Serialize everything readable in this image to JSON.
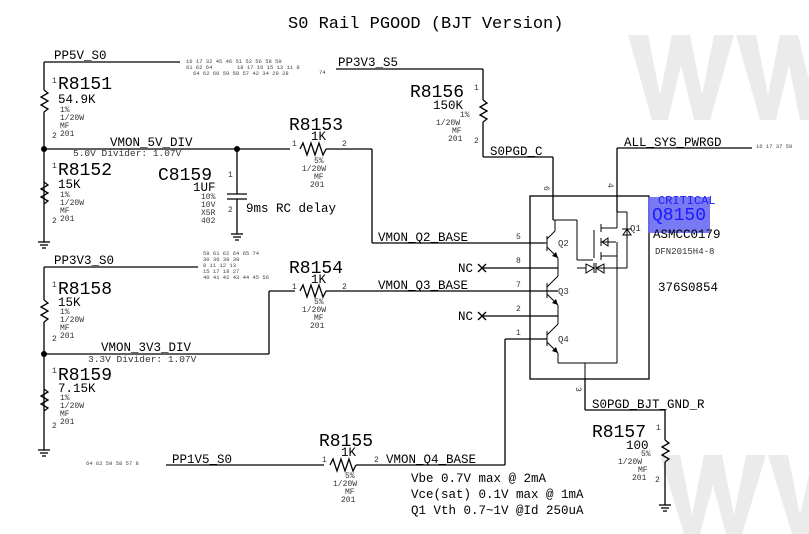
{
  "title": "S0 Rail PGOOD (BJT Version)",
  "nets": {
    "pp5v_s0": "PP5V_S0",
    "pp3v3_s5": "PP3V3_S5",
    "pp3v3_s0": "PP3V3_S0",
    "pp1v5_s0": "PP1V5_S0",
    "vmon_5v_div": "VMON_5V_DIV",
    "vmon_3v3_div": "VMON_3V3_DIV",
    "vmon_q2_base": "VMON_Q2_BASE",
    "vmon_q3_base": "VMON_Q3_BASE",
    "vmon_q4_base": "VMON_Q4_BASE",
    "s0pgd_c": "S0PGD_C",
    "all_sys_pwrgd": "ALL_SYS_PWRGD",
    "s0pgd_bjt_gnd_r": "S0PGD_BJT_GND_R",
    "nc": "NC"
  },
  "page_refs": {
    "pp5v_s0_line1": "16 17 32 45 46 51 52 56 58 59",
    "pp5v_s0_line2": "61 62 64",
    "pp3v3_s5_line1": "18 17 16 15 13 11 8",
    "pp3v3_s5_line2": "64 62 60 59 58 57 42 34 29 28",
    "pp3v3_s5_line3": "74",
    "pp3v3_s0_line1": "59 61 62 64 65 74",
    "pp3v3_s0_line2": "30 36 38 39",
    "pp3v3_s0_line3": "8 11 12 13",
    "pp3v3_s0_line4": "15 17 18 27",
    "pp3v3_s0_line5": "40 41 42 43 44 45 56",
    "pp1v5_s0": "64 62 59 58 57 8",
    "all_sys_pwrgd": "16 17 37 59"
  },
  "annotations": {
    "div5v": "5.0V Divider: 1.07V",
    "div3v3": "3.3V Divider: 1.07V",
    "rc_delay": "9ms RC delay",
    "spec1": "Vbe 0.7V max @ 2mA",
    "spec2": "Vce(sat) 0.1V max @ 1mA",
    "spec3": "Q1 Vth 0.7~1V @Id 250uA"
  },
  "components": {
    "r8151": {
      "ref": "R8151",
      "value": "54.9K",
      "tol": "1%",
      "power": "1/20W",
      "type": "MF",
      "pkg": "201"
    },
    "r8152": {
      "ref": "R8152",
      "value": "15K",
      "tol": "1%",
      "power": "1/20W",
      "type": "MF",
      "pkg": "201"
    },
    "r8153": {
      "ref": "R8153",
      "value": "1K",
      "tol": "5%",
      "power": "1/20W",
      "type": "MF",
      "pkg": "201"
    },
    "r8154": {
      "ref": "R8154",
      "value": "1K",
      "tol": "5%",
      "power": "1/20W",
      "type": "MF",
      "pkg": "201"
    },
    "r8155": {
      "ref": "R8155",
      "value": "1K",
      "tol": "5%",
      "power": "1/20W",
      "type": "MF",
      "pkg": "201"
    },
    "r8156": {
      "ref": "R8156",
      "value": "150K",
      "tol": "1%",
      "power": "1/20W",
      "type": "MF",
      "pkg": "201"
    },
    "r8157": {
      "ref": "R8157",
      "value": "100",
      "tol": "5%",
      "power": "1/20W",
      "type": "MF",
      "pkg": "201"
    },
    "r8158": {
      "ref": "R8158",
      "value": "15K",
      "tol": "1%",
      "power": "1/20W",
      "type": "MF",
      "pkg": "201"
    },
    "r8159": {
      "ref": "R8159",
      "value": "7.15K",
      "tol": "1%",
      "power": "1/20W",
      "type": "MF",
      "pkg": "201"
    },
    "c8159": {
      "ref": "C8159",
      "value": "1UF",
      "tol": "10%",
      "voltage": "10V",
      "dielectric": "X5R",
      "pkg": "402"
    },
    "q8150": {
      "critical": "CRITICAL",
      "ref": "Q8150",
      "part": "ASMCC0179",
      "pkg": "DFN2015H4-8",
      "pn": "376S0854",
      "q1": "Q1",
      "q2": "Q2",
      "q3": "Q3",
      "q4": "Q4",
      "pin1": "1",
      "pin2": "2",
      "pin3": "3",
      "pin4": "4",
      "pin5": "5",
      "pin6": "6",
      "pin7": "7",
      "pin8": "8"
    }
  },
  "pins": {
    "p1": "1",
    "p2": "2"
  },
  "colors": {
    "highlight": "#5b5bf0",
    "highlight_text": "#1a1aff"
  }
}
